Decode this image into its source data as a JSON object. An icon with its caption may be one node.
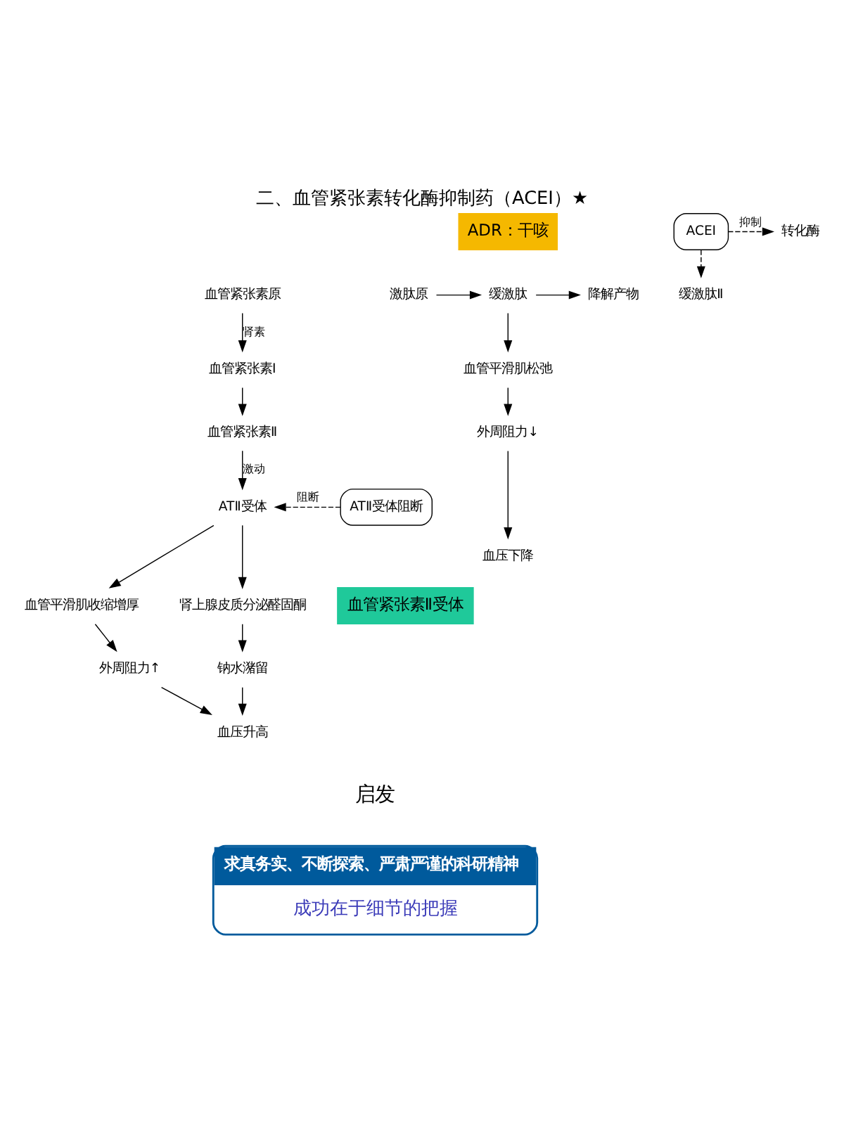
{
  "diagram": {
    "title": "二、血管紧张素转化酶抑制药（ACEI）★",
    "nodes": [
      {
        "text": [
          "血管紧张素原"
        ]
      },
      {
        "text": [
          "血管紧张素Ⅰ"
        ]
      },
      {
        "text": [
          "转化酶"
        ]
      },
      {
        "text": [
          "血管紧张素Ⅱ"
        ]
      },
      {
        "text": [
          "ATⅡ受体"
        ]
      },
      {
        "text": [
          "血管平滑肌收缩增厚"
        ]
      },
      {
        "text": [
          "肾上腺皮质分泌醛固酮"
        ]
      },
      {
        "text": [
          "外周阻力↑"
        ]
      },
      {
        "text": [
          "钠水潴留"
        ]
      },
      {
        "text": [
          "血压升高"
        ]
      },
      {
        "text": [
          "降解产物"
        ]
      },
      {
        "text": [
          "缓激肽"
        ]
      },
      {
        "text": [
          "激肽原"
        ]
      },
      {
        "text": [
          "缓激肽Ⅱ"
        ]
      },
      {
        "text": [
          "ACEI"
        ]
      },
      {
        "text": [
          "ATⅡ受体阻断"
        ]
      },
      {
        "text": [
          "血管平滑肌松弛"
        ]
      },
      {
        "text": [
          "外周阻力↓"
        ]
      },
      {
        "text": [
          "血压下降"
        ]
      },
      {
        "text": [
          "ADR：干咳"
        ]
      },
      {
        "text": [
          "血管紧张素Ⅱ受体"
        ]
      },
      {
        "text": [
          "求真务实、不断探索、严肃严谨的科研精神",
          "成功在于细节的把握"
        ]
      }
    ],
    "edges": [
      {
        "from": 0,
        "to": 1,
        "arrow": "to",
        "label": "肾素"
      },
      {
        "from": 1,
        "to": 3,
        "arrow": "to"
      },
      {
        "from": 3,
        "to": 4,
        "arrow": "to",
        "label": "激动"
      },
      {
        "from": 4,
        "to": 5,
        "arrow": "to"
      },
      {
        "from": 4,
        "to": 6,
        "arrow": "to"
      },
      {
        "from": 5,
        "to": 7,
        "arrow": "to"
      },
      {
        "from": 6,
        "to": 8,
        "arrow": "to"
      },
      {
        "from": 7,
        "to": 9,
        "arrow": "to"
      },
      {
        "from": 8,
        "to": 9,
        "arrow": "to"
      },
      {
        "from": 14,
        "to": 2,
        "arrow": "to",
        "label": "抑制",
        "style": "dashed"
      },
      {
        "from": 15,
        "to": 4,
        "arrow": "to",
        "label": "阻断",
        "style": "dashed"
      },
      {
        "from": 12,
        "to": 11,
        "arrow": "to"
      },
      {
        "from": 11,
        "to": 10,
        "arrow": "to"
      },
      {
        "from": 14,
        "to": 13,
        "arrow": "to",
        "style": "dashed"
      },
      {
        "from": 11,
        "to": 16,
        "arrow": "to"
      },
      {
        "from": 16,
        "to": 17,
        "arrow": "to"
      },
      {
        "from": 17,
        "to": 18,
        "arrow": "to"
      }
    ],
    "labels": [
      "启发"
    ]
  }
}
